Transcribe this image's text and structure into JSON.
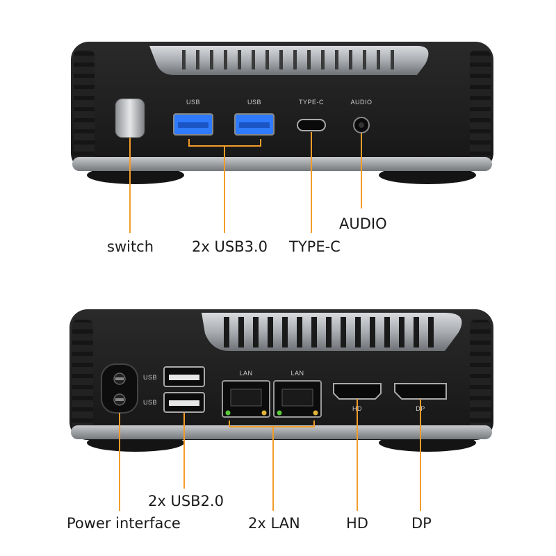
{
  "front_panel": {
    "port_labels": {
      "usb_a": "USB",
      "usb_b": "USB",
      "typec": "TYPE-C",
      "audio": "AUDIO"
    },
    "callouts": {
      "switch": "switch",
      "usb3": "2x USB3.0",
      "typec": "TYPE-C",
      "audio": "AUDIO"
    }
  },
  "back_panel": {
    "port_labels": {
      "usb_top": "USB",
      "usb_bottom": "USB",
      "lan_1": "LAN",
      "lan_2": "LAN",
      "hd": "HD",
      "dp": "DP"
    },
    "callouts": {
      "power": "Power interface",
      "usb2": "2x USB2.0",
      "lan": "2x LAN",
      "hd": "HD",
      "dp": "DP"
    }
  },
  "colors": {
    "callout_line": "#f39c2a",
    "usb3_blue": "#2f7bff",
    "body": "#1f1f1f",
    "trim": "#9a9da2",
    "led_green": "#59c93a",
    "led_amber": "#e2b53a"
  }
}
